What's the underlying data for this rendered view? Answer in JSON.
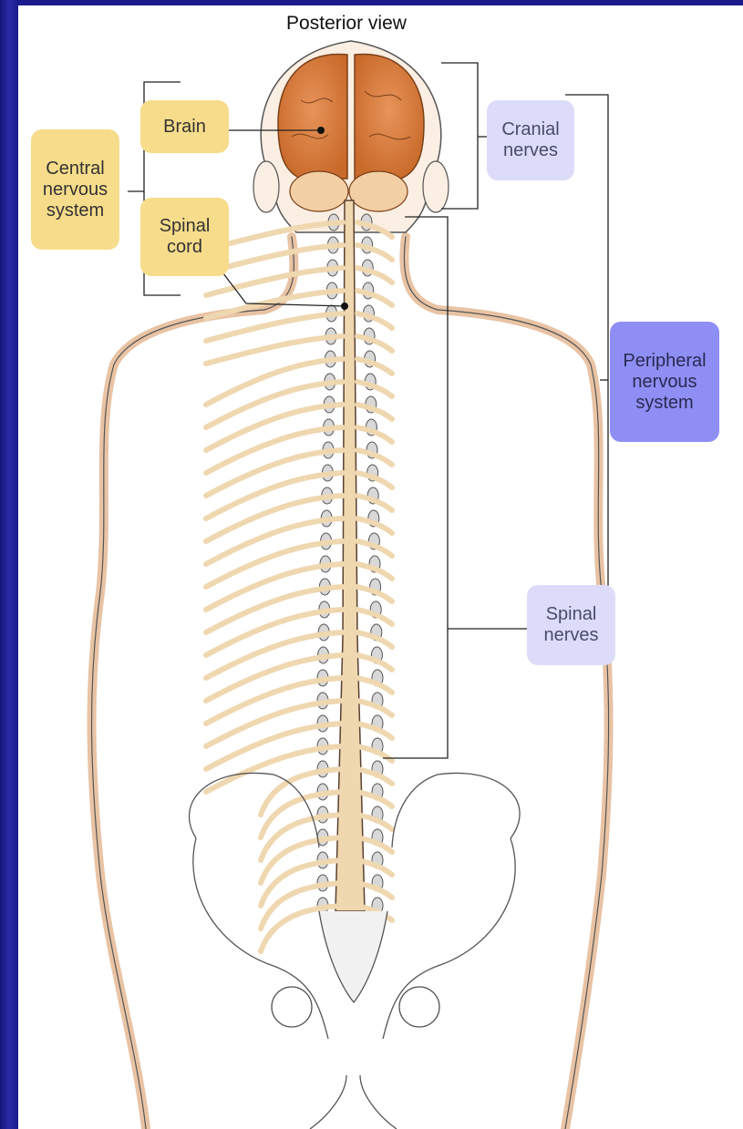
{
  "diagram": {
    "title": "Posterior view",
    "labels": {
      "brain": "Brain",
      "spinal_cord": "Spinal\ncord",
      "central_nervous_system": "Central\nnervous\nsystem",
      "cranial_nerves": "Cranial\nnerves",
      "peripheral_nervous_system": "Peripheral\nnervous\nsystem",
      "spinal_nerves": "Spinal\nnerves"
    }
  },
  "colors": {
    "background": "#1a1a8c",
    "skin_outline": "#e8c3a4",
    "brain": "#d9803f",
    "nerve": "#efd7b0",
    "nerve_outline": "#5a4030",
    "cns_label": "#f7dc8b",
    "cranial_spinal_label": "#dcdcfa",
    "pns_label": "#8e8ef5"
  }
}
